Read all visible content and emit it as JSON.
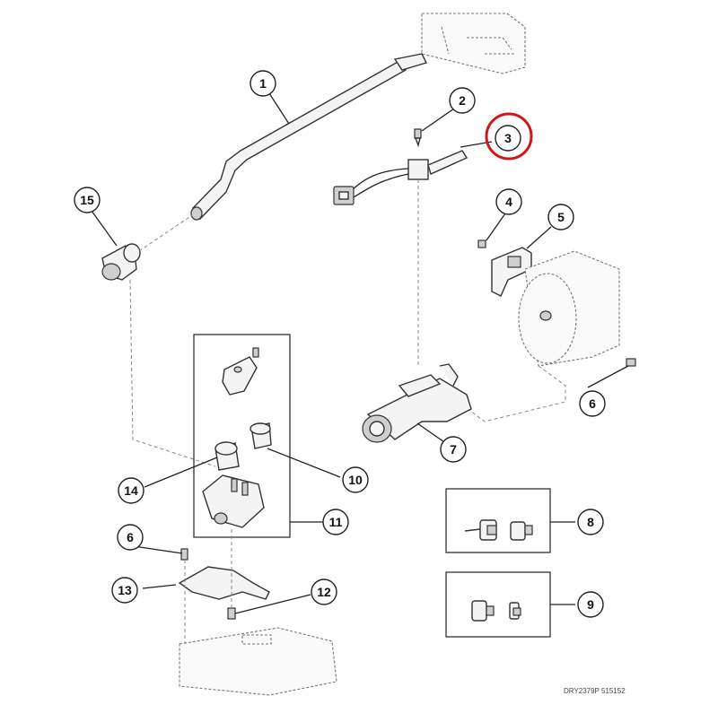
{
  "diagram": {
    "callouts": [
      {
        "id": "c1",
        "label": "1"
      },
      {
        "id": "c2",
        "label": "2"
      },
      {
        "id": "c3",
        "label": "3"
      },
      {
        "id": "c4",
        "label": "4"
      },
      {
        "id": "c5",
        "label": "5"
      },
      {
        "id": "c6a",
        "label": "6"
      },
      {
        "id": "c6b",
        "label": "6"
      },
      {
        "id": "c7",
        "label": "7"
      },
      {
        "id": "c8",
        "label": "8"
      },
      {
        "id": "c9",
        "label": "9"
      },
      {
        "id": "c10",
        "label": "10"
      },
      {
        "id": "c11",
        "label": "11"
      },
      {
        "id": "c12",
        "label": "12"
      },
      {
        "id": "c13",
        "label": "13"
      },
      {
        "id": "c14",
        "label": "14"
      },
      {
        "id": "c15",
        "label": "15"
      }
    ],
    "highlighted_callout": "3",
    "highlight_color": "#d01818",
    "stamp": "DRY2379P 515152"
  }
}
